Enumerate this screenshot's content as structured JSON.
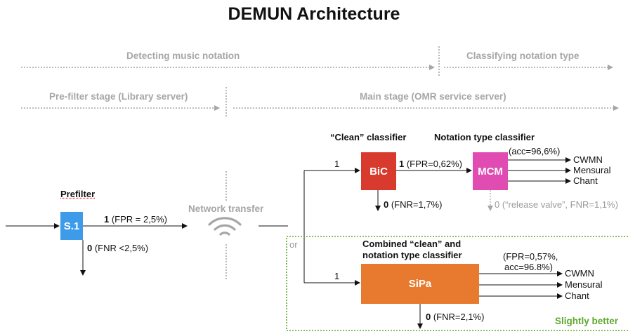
{
  "title": "DEMUN Architecture",
  "stages": {
    "detecting": "Detecting music notation",
    "classifying": "Classifying notation type",
    "prefilter_stage": "Pre-filter stage (Library server)",
    "main_stage": "Main stage (OMR service server)"
  },
  "prefilter": {
    "heading": "Prefilter",
    "box": "S.1",
    "out_1_num": "1",
    "out_1_text": " (FPR = 2,5%)",
    "out_0_num": "0",
    "out_0_text": " (FNR <2,5%)"
  },
  "network": {
    "label": "Network transfer",
    "icon": "wifi-icon",
    "or": "or"
  },
  "clean": {
    "heading": "“Clean” classifier",
    "box": "BiC",
    "in_label": "1",
    "out_1_num": "1",
    "out_1_text": " (FPR=0,62%)",
    "out_0_num": "0",
    "out_0_text": " (FNR=1,7%)"
  },
  "notation": {
    "heading": "Notation type classifier",
    "box": "MCM",
    "acc": "(acc=96,6%)",
    "outputs": [
      "CWMN",
      "Mensural",
      "Chant"
    ],
    "release": "0 (“release valve”, FNR=1,1%)"
  },
  "combined": {
    "heading_line1": "Combined “clean” and",
    "heading_line2": "notation type classifier",
    "box": "SiPa",
    "in_label": "1",
    "metrics_line1": "(FPR=0,57%,",
    "metrics_line2": "acc=96.8%)",
    "outputs": [
      "CWMN",
      "Mensural",
      "Chant"
    ],
    "out_0_num": "0",
    "out_0_text": " (FNR=2,1%)",
    "note": "Slightly better"
  },
  "colors": {
    "s1": "#3d9be9",
    "bic": "#d83a2d",
    "mcm": "#e04cb2",
    "sipa": "#e87a30",
    "green": "#5fa82f",
    "stage": "#a6a6a6"
  }
}
